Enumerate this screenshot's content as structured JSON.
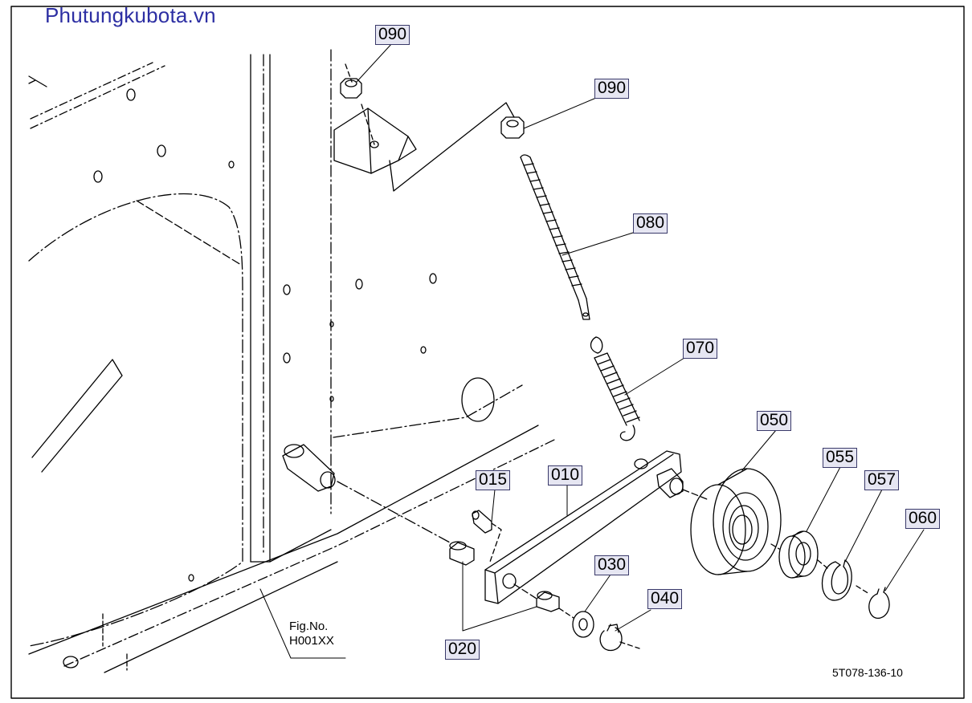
{
  "watermark": "Phutungkubota.vn",
  "callouts": {
    "c090a": "090",
    "c090b": "090",
    "c080": "080",
    "c070": "070",
    "c050": "050",
    "c055": "055",
    "c057": "057",
    "c060": "060",
    "c015": "015",
    "c010": "010",
    "c030": "030",
    "c040": "040",
    "c020": "020"
  },
  "fig_ref": {
    "line1": "Fig.No.",
    "line2": "H001XX"
  },
  "drawing_code": "5T078-136-10"
}
